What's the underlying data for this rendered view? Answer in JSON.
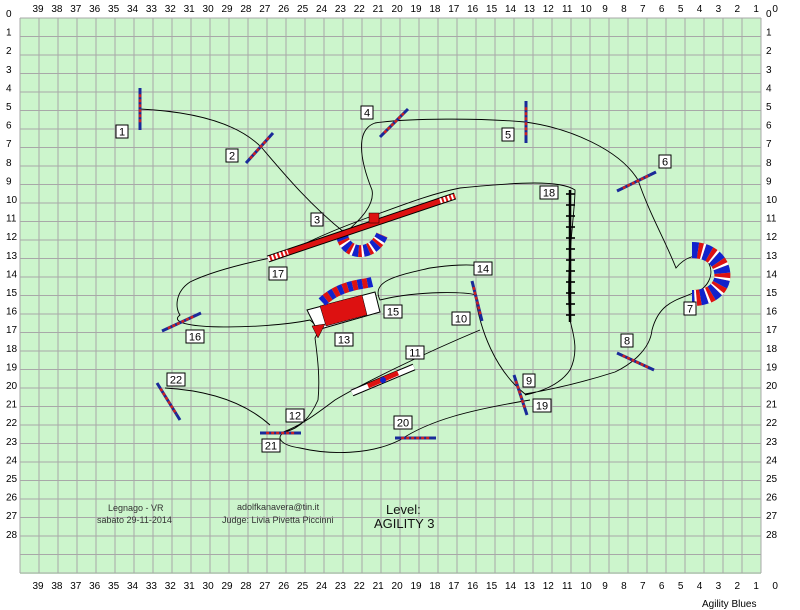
{
  "axes": {
    "x_labels": [
      "39",
      "38",
      "37",
      "36",
      "35",
      "34",
      "33",
      "32",
      "31",
      "30",
      "29",
      "28",
      "27",
      "26",
      "25",
      "24",
      "23",
      "22",
      "21",
      "20",
      "19",
      "18",
      "17",
      "16",
      "15",
      "14",
      "13",
      "12",
      "11",
      "10",
      "9",
      "8",
      "7",
      "6",
      "5",
      "4",
      "3",
      "2",
      "1",
      "0"
    ],
    "y_labels": [
      "0",
      "1",
      "2",
      "3",
      "4",
      "5",
      "6",
      "7",
      "8",
      "9",
      "10",
      "11",
      "12",
      "13",
      "14",
      "15",
      "16",
      "17",
      "18",
      "19",
      "20",
      "21",
      "22",
      "23",
      "24",
      "25",
      "26",
      "27",
      "28"
    ]
  },
  "numbers": [
    "1",
    "2",
    "3",
    "4",
    "5",
    "6",
    "7",
    "8",
    "9",
    "10",
    "11",
    "12",
    "13",
    "14",
    "15",
    "16",
    "17",
    "18",
    "19",
    "20",
    "21",
    "22"
  ],
  "info": {
    "location": "Legnago - VR",
    "date": "sabato 29-11-2014",
    "email": "adolfkanavera@tin.it",
    "judge": "Judge: Livia Pivetta Piccinni",
    "level_label": "Level:",
    "level_value": "AGILITY 3"
  },
  "brand": "Agility Blues",
  "colors": {
    "field": "#ccf5cc",
    "grid": "#a8a8a8",
    "tunnel_red": "#dd1111",
    "tunnel_blue": "#1122cc",
    "bar_blue": "#1a2a99",
    "bar_red": "#cc2222"
  }
}
